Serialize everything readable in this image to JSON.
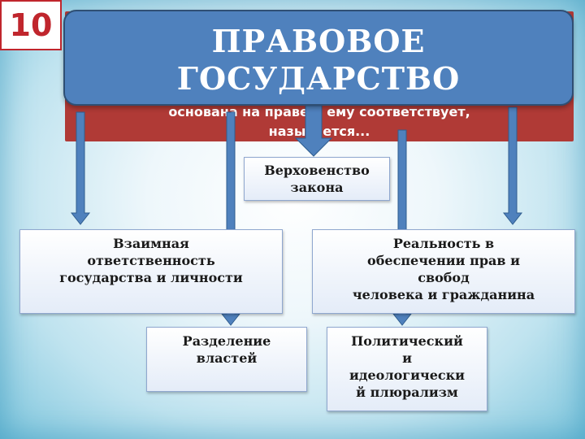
{
  "slide_number": "10",
  "title": {
    "line1": "ПРАВОВОЕ",
    "line2": "ГОСУДАРСТВО"
  },
  "definition": {
    "line1": "основана на праве и ему соответствует,",
    "line2": "называется..."
  },
  "nodes": {
    "supremacy": [
      "Верховенство",
      "закона"
    ],
    "mutual": [
      "Взаимная",
      "ответственность",
      "государства и личности"
    ],
    "reality": [
      "Реальность в",
      "обеспечении прав и",
      "свобод",
      "человека и гражданина"
    ],
    "separation": [
      "Разделение",
      "властей"
    ],
    "pluralism": [
      "Политический",
      "и",
      "идеологически",
      "й плюрализм"
    ]
  },
  "colors": {
    "title_fill": "#4f81bd",
    "band_fill": "#b03a36",
    "arrow_fill": "#4f81bd",
    "number_color": "#c0262d"
  }
}
